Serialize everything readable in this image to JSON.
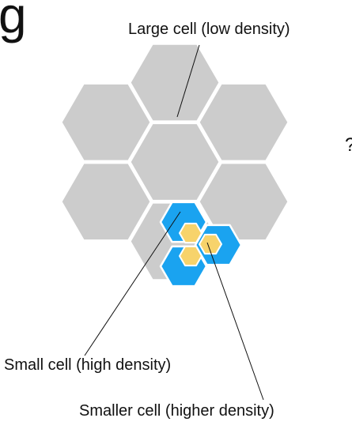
{
  "labels": {
    "large": "Large cell (low density)",
    "small": "Small cell (high density)",
    "smaller": "Smaller cell (higher density)"
  },
  "partial_text": {
    "title_fragment": "g",
    "question_fragment": "?"
  },
  "colors": {
    "large_fill": "#cccccc",
    "small_fill": "#1aa3f0",
    "smaller_fill": "#f7d36b",
    "border": "#ffffff",
    "line": "#111111"
  }
}
